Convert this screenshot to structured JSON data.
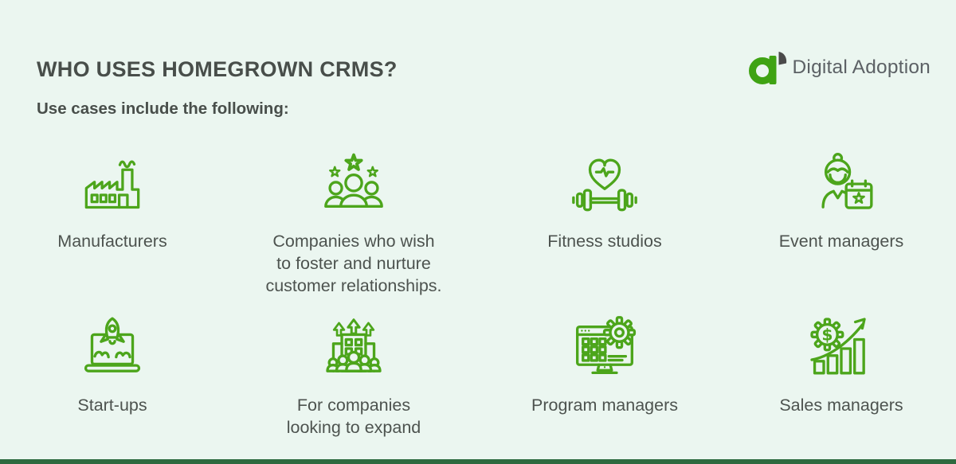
{
  "page": {
    "background": "#ebf6f0",
    "accent_green": "#4CA51B",
    "footer_bar_color": "#2d6a3f"
  },
  "header": {
    "title": "WHO USES HOMEGROWN CRMS?",
    "subtitle": "Use cases include the following:"
  },
  "logo": {
    "brand": "Digital Adoption",
    "mark": "digital-adoption-a-logo"
  },
  "use_cases": [
    {
      "icon": "factory-icon",
      "label": "Manufacturers"
    },
    {
      "icon": "people-with-stars-icon",
      "label": "Companies who wish\nto foster and nurture\ncustomer relationships."
    },
    {
      "icon": "heart-dumbbell-icon",
      "label": "Fitness studios"
    },
    {
      "icon": "event-manager-calendar-icon",
      "label": "Event managers"
    },
    {
      "icon": "laptop-rocket-icon",
      "label": "Start-ups"
    },
    {
      "icon": "company-expansion-icon",
      "label": "For companies\nlooking to expand"
    },
    {
      "icon": "monitor-gear-icon",
      "label": "Program managers"
    },
    {
      "icon": "sales-growth-gear-icon",
      "label": "Sales managers"
    }
  ]
}
